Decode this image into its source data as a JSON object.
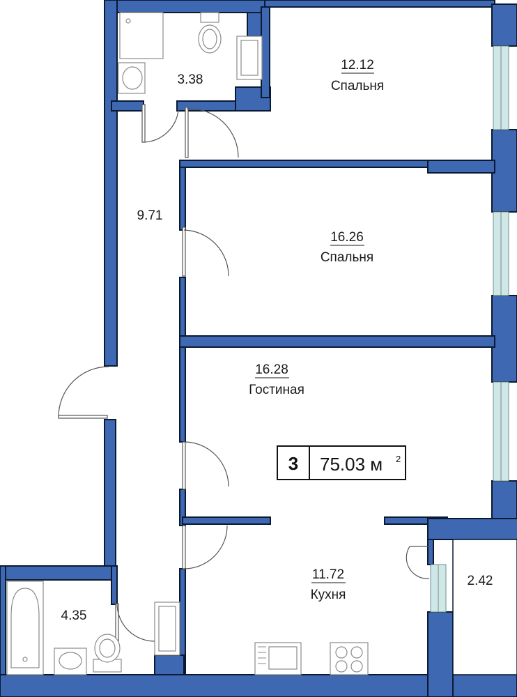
{
  "rooms": [
    {
      "id": "bathroom",
      "area": "3.38",
      "name": ""
    },
    {
      "id": "bedroom-1",
      "area": "12.12",
      "name": "Спальня"
    },
    {
      "id": "hallway",
      "area": "9.71",
      "name": ""
    },
    {
      "id": "bedroom-2",
      "area": "16.26",
      "name": "Спальня"
    },
    {
      "id": "living-room",
      "area": "16.28",
      "name": "Гостиная"
    },
    {
      "id": "bathroom-2",
      "area": "4.35",
      "name": ""
    },
    {
      "id": "kitchen",
      "area": "11.72",
      "name": "Кухня"
    },
    {
      "id": "balcony",
      "area": "2.42",
      "name": ""
    }
  ],
  "summary": {
    "rooms": "3",
    "area": "75.03 м",
    "unit_sup": "2"
  },
  "colors": {
    "wall": "#3f68b2",
    "window": "#cfe7e6",
    "text": "#1a1a1a"
  }
}
